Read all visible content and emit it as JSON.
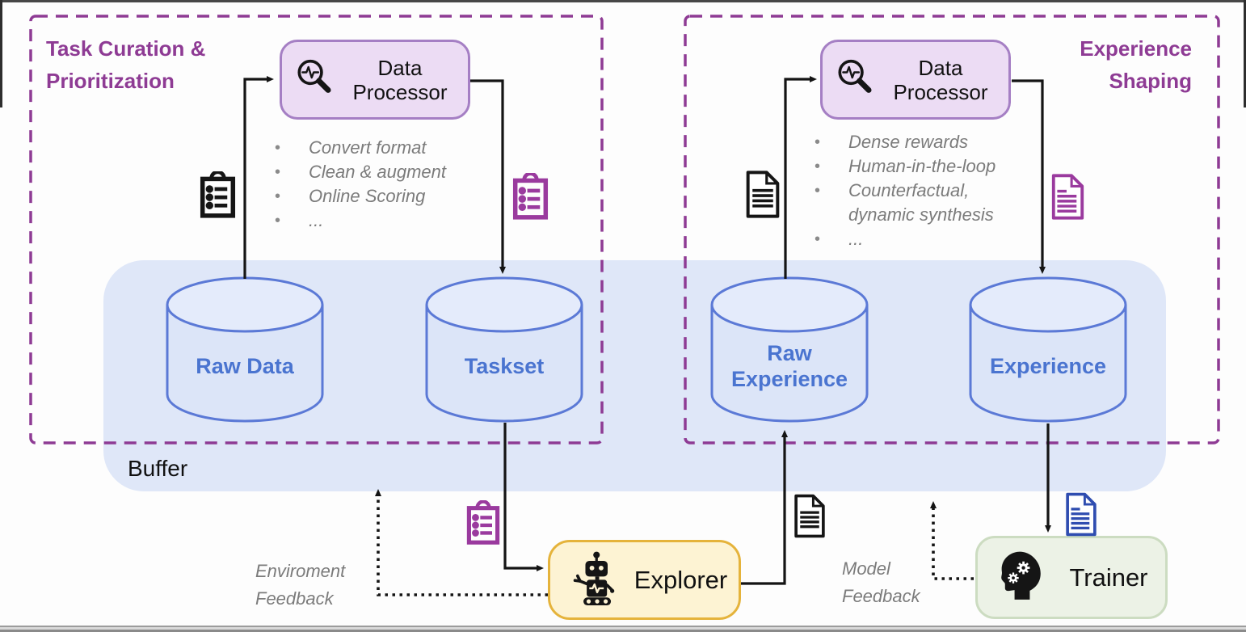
{
  "ui": {
    "bullet_char": "•"
  },
  "colors": {
    "section_purple": "#8e3b94",
    "processor_fill": "#ecdcf4",
    "processor_border": "#a57fc4",
    "cylinder_stroke": "#5b79d6",
    "cylinder_fill": "#dce5f8",
    "cylinder_top_fill": "#e4ebfb",
    "cylinder_label_blue": "#4a74d0",
    "buffer_fill": "#dfe7f8",
    "explorer_fill": "#fdf3d3",
    "explorer_border": "#e5b33b",
    "trainer_fill": "#ecf2e6",
    "trainer_border": "#ccdcc1",
    "note_gray": "#7b7b7b",
    "arrow_black": "#141414",
    "icon_purple": "#9a3a9e",
    "icon_blue": "#2f4db0"
  },
  "left_section": {
    "title": "Task Curation &\nPrioritization",
    "processor_label": "Data\nProcessor",
    "bullets": [
      "Convert format",
      "Clean & augment",
      "Online Scoring",
      "..."
    ]
  },
  "right_section": {
    "title": "Experience\nShaping",
    "processor_label": "Data\nProcessor",
    "bullets": [
      "Dense rewards",
      "Human-in-the-loop",
      "Counterfactual,\ndynamic synthesis",
      "..."
    ]
  },
  "buffer": {
    "label": "Buffer"
  },
  "datastores": {
    "raw_data": {
      "label": "Raw Data"
    },
    "taskset": {
      "label": "Taskset"
    },
    "raw_experience": {
      "label": "Raw\nExperience"
    },
    "experience": {
      "label": "Experience"
    }
  },
  "agents": {
    "explorer": {
      "label": "Explorer"
    },
    "trainer": {
      "label": "Trainer"
    }
  },
  "annotations": {
    "environment_feedback": "Enviroment\nFeedback",
    "model_feedback": "Model\nFeedback"
  },
  "icons": {
    "processor": "magnifier-pulse-icon",
    "task": "clipboard-list-icon",
    "experience": "document-icon",
    "explorer": "robot-icon",
    "trainer": "head-gears-icon"
  }
}
